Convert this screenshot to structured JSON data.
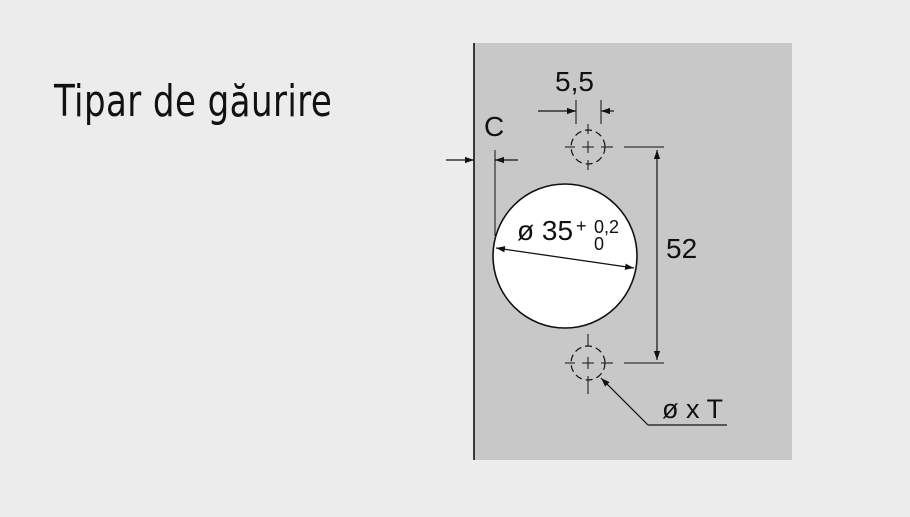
{
  "title": "Tipar de găurire",
  "diagram": {
    "labels": {
      "spacing": "5,5",
      "edge_distance": "C",
      "cup_diameter_prefix": "ø 35",
      "tol_sign": "+",
      "tol_upper": "0,2",
      "tol_lower": "0",
      "hole_distance": "52",
      "screw_hole": "ø x T"
    },
    "colors": {
      "background": "#ececec",
      "panel": "#c8c8c8",
      "cup": "#ffffff",
      "line": "#111111"
    }
  }
}
